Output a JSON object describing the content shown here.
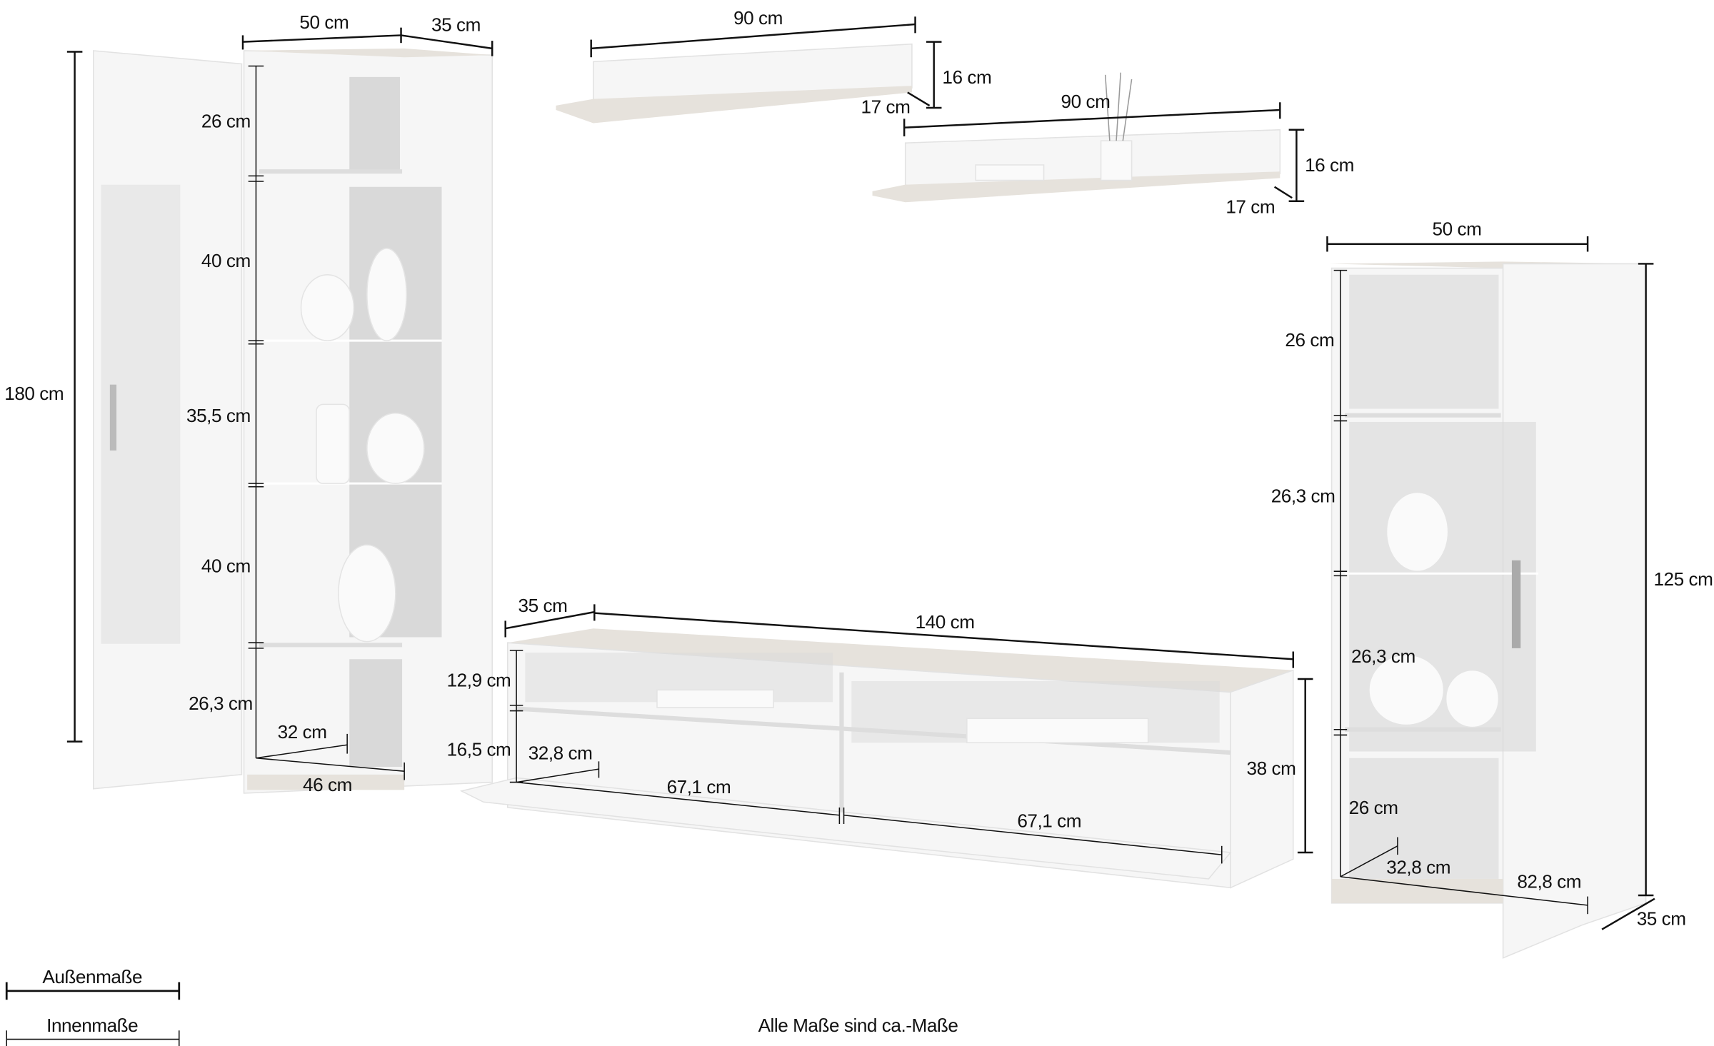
{
  "left_cabinet": {
    "width": "50 cm",
    "depth": "35 cm",
    "height": "180 cm",
    "compartments": [
      "26 cm",
      "40 cm",
      "35,5 cm",
      "40 cm",
      "26,3 cm"
    ],
    "inner_depth": "32 cm",
    "inner_width": "46 cm"
  },
  "shelf_top": {
    "width": "90 cm",
    "height": "16 cm",
    "depth": "17 cm"
  },
  "shelf_second": {
    "width": "90 cm",
    "height": "16 cm",
    "depth": "17 cm"
  },
  "tv_board": {
    "depth": "35 cm",
    "width": "140 cm",
    "upper_height": "12,9 cm",
    "lower_height": "16,5 cm",
    "inner_depth": "32,8 cm",
    "inner_width_left": "67,1 cm",
    "inner_width_right": "67,1 cm",
    "height": "38 cm"
  },
  "right_cabinet": {
    "width": "50 cm",
    "top_compartment": "26 cm",
    "glass_upper": "26,3 cm",
    "glass_lower": "26,3 cm",
    "bottom_compartment": "26 cm",
    "inner_depth": "32,8 cm",
    "inner_width": "82,8 cm",
    "height": "125 cm",
    "depth": "35 cm"
  },
  "legend": {
    "outer": "Außenmaße",
    "inner": "Innenmaße"
  },
  "footnote": "Alle Maße sind ca.-Maße"
}
